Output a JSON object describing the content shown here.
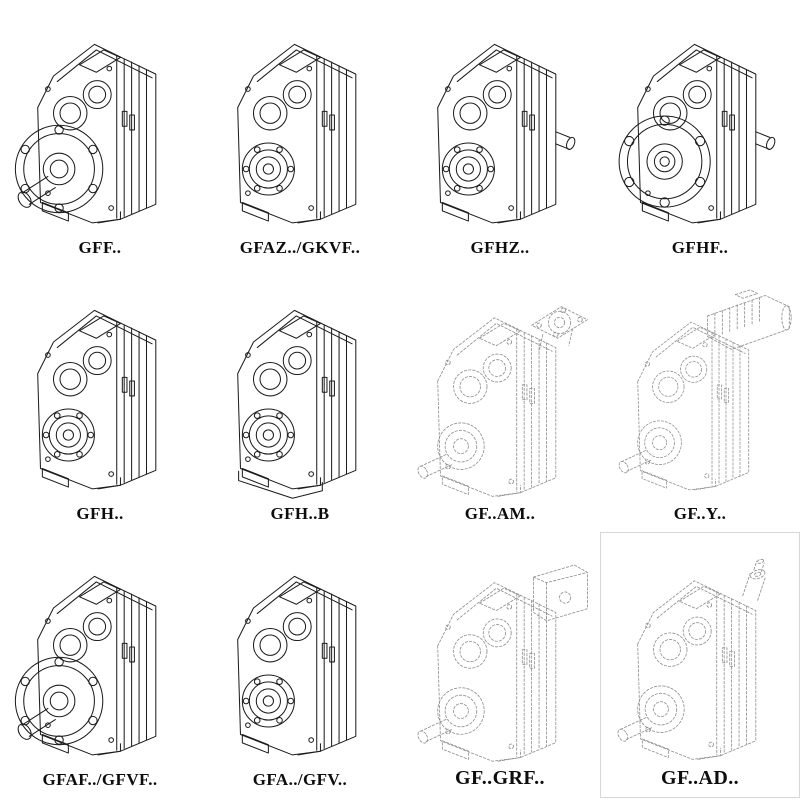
{
  "page": {
    "type": "gearbox-catalog-figure",
    "background": "#ffffff",
    "line_color": "#1c1c1c",
    "dashed_line_color": "#8f8f8f"
  },
  "cells": [
    {
      "label": "GFF..",
      "drawing": "flange-output-with-shaft",
      "line_style": "solid"
    },
    {
      "label": "GFAZ../GKVF..",
      "drawing": "hollow-shaft-front",
      "line_style": "solid"
    },
    {
      "label": "GFHZ..",
      "drawing": "hollow-shaft-with-stub",
      "line_style": "solid"
    },
    {
      "label": "GFHF..",
      "drawing": "flange-hollow-shaft",
      "line_style": "solid"
    },
    {
      "label": "GFH..",
      "drawing": "hollow-shaft-foot",
      "line_style": "solid"
    },
    {
      "label": "GFH..B",
      "drawing": "hollow-shaft-foot-plate",
      "line_style": "solid"
    },
    {
      "label": "GF..AM..",
      "drawing": "iec-adapter-flange",
      "line_style": "dashed"
    },
    {
      "label": "GF..Y..",
      "drawing": "mounted-motor",
      "line_style": "dashed"
    },
    {
      "label": "GFAF../GFVF..",
      "drawing": "flange-output-with-shaft",
      "line_style": "solid"
    },
    {
      "label": "GFA../GFV..",
      "drawing": "hollow-shaft-front",
      "line_style": "solid"
    },
    {
      "label": "GF..GRF..",
      "drawing": "adapter-box",
      "line_style": "dashed"
    },
    {
      "label": "GF..AD..",
      "drawing": "input-shaft-adapter",
      "line_style": "dashed"
    }
  ]
}
